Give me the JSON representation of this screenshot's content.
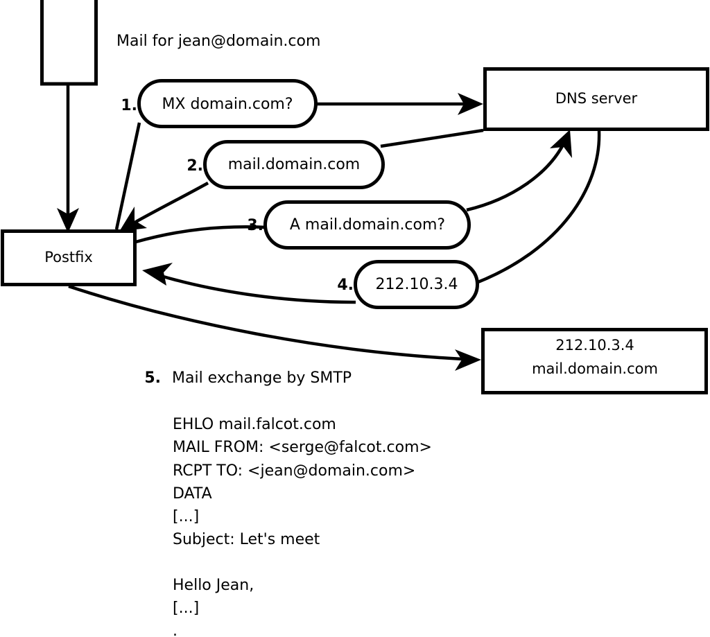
{
  "diagram": {
    "title_caption": "Mail for jean@domain.com",
    "nodes": {
      "sender": {
        "label": ""
      },
      "postfix": {
        "label": "Postfix"
      },
      "dns": {
        "label": "DNS server"
      },
      "mailserver_line1": "212.10.3.4",
      "mailserver_line2": "mail.domain.com"
    },
    "steps": [
      {
        "number": "1.",
        "label": "MX domain.com?"
      },
      {
        "number": "2.",
        "label": "mail.domain.com"
      },
      {
        "number": "3.",
        "label": "A mail.domain.com?"
      },
      {
        "number": "4.",
        "label": "212.10.3.4"
      }
    ],
    "step5": {
      "number": "5.",
      "label": "Mail exchange by SMTP"
    },
    "smtp_transcript": [
      "EHLO mail.falcot.com",
      "MAIL FROM: <serge@falcot.com>",
      "RCPT TO: <jean@domain.com>",
      "DATA",
      "[...]",
      "Subject: Let's meet",
      "",
      "Hello Jean,",
      "[...]",
      "",
      "."
    ],
    "colors": {
      "stroke": "#000000",
      "fill": "#ffffff",
      "background": "#ffffff"
    }
  }
}
